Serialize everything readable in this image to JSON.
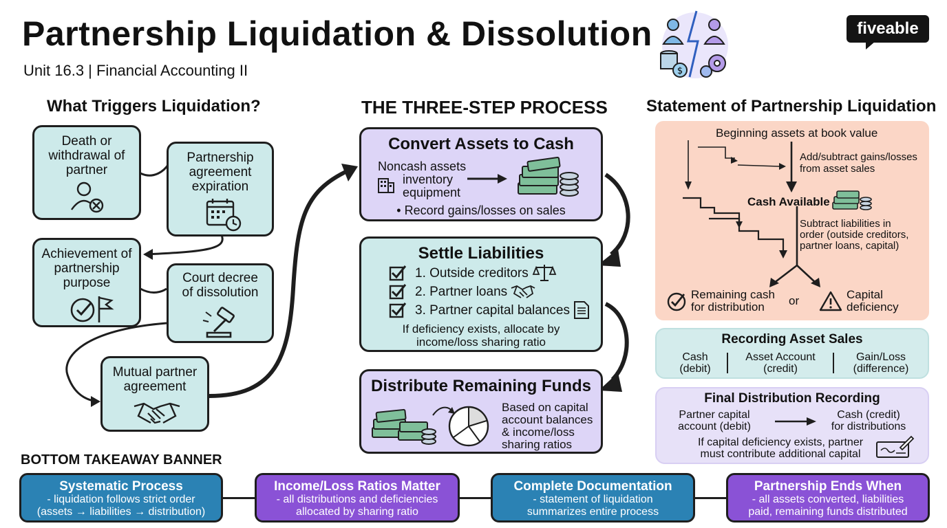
{
  "header": {
    "title": "Partnership Liquidation & Dissolution",
    "subtitle": "Unit 16.3 | Financial Accounting II",
    "brand": "fiveable"
  },
  "triggers": {
    "heading": "What Triggers Liquidation?",
    "items": [
      {
        "label": "Death or withdrawal of partner",
        "icon": "user-x-icon"
      },
      {
        "label": "Partnership agreement expiration",
        "icon": "calendar-clock-icon"
      },
      {
        "label": "Achievement of partnership purpose",
        "icon": "check-flag-icon"
      },
      {
        "label": "Court decree of dissolution",
        "icon": "gavel-icon"
      },
      {
        "label": "Mutual partner agreement",
        "icon": "handshake-icon"
      }
    ]
  },
  "process": {
    "heading": "THE THREE-STEP PROCESS",
    "step1": {
      "title": "Convert Assets to Cash",
      "noncash_lines": [
        "Noncash assets",
        "inventory",
        "equipment"
      ],
      "note": "• Record gains/losses on sales"
    },
    "step2": {
      "title": "Settle Liabilities",
      "items": [
        "1. Outside creditors",
        "2. Partner loans",
        "3. Partner capital balances"
      ],
      "note_lines": [
        "If deficiency exists, allocate by",
        "income/loss sharing ratio"
      ]
    },
    "step3": {
      "title": "Distribute Remaining Funds",
      "lines": [
        "Based on capital",
        "account balances",
        "& income/loss",
        "sharing ratios"
      ]
    }
  },
  "statement": {
    "heading": "Statement of Partnership Liquidation",
    "beginning": "Beginning assets at book value",
    "gains_lines": [
      "Add/subtract gains/losses",
      "from asset sales"
    ],
    "cash_available": "Cash Available",
    "liab_lines": [
      "Subtract liabilities in",
      "order (outside creditors,",
      "partner loans, capital)"
    ],
    "remaining_lines": [
      "Remaining cash",
      "for distribution"
    ],
    "or": "or",
    "deficiency_lines": [
      "Capital",
      "deficiency"
    ]
  },
  "recording_sales": {
    "title": "Recording Asset Sales",
    "cols": [
      {
        "l1": "Cash",
        "l2": "(debit)"
      },
      {
        "l1": "Asset Account",
        "l2": "(credit)"
      },
      {
        "l1": "Gain/Loss",
        "l2": "(difference)"
      }
    ]
  },
  "final_distribution": {
    "title": "Final Distribution Recording",
    "left_lines": [
      "Partner capital",
      "account (debit)"
    ],
    "right_lines": [
      "Cash (credit)",
      "for distributions"
    ],
    "note_lines": [
      "If capital deficiency exists, partner",
      "must contribute additional capital"
    ]
  },
  "takeaway": {
    "heading": "BOTTOM TAKEAWAY BANNER",
    "items": [
      {
        "title": "Systematic Process",
        "l1": "- liquidation follows strict order",
        "l2": "(assets → liabilities → distribution)"
      },
      {
        "title": "Income/Loss Ratios Matter",
        "l1": "- all distributions and deficiencies",
        "l2": "allocated by sharing ratio"
      },
      {
        "title": "Complete Documentation",
        "l1": "- statement of liquidation",
        "l2": "summarizes entire process"
      },
      {
        "title": "Partnership Ends When",
        "l1": "- all assets converted, liabilities",
        "l2": "paid, remaining funds distributed"
      }
    ]
  },
  "colors": {
    "teal": "#cdeaea",
    "lavender": "#ddd5f7",
    "peach": "#fbd6c6",
    "banner_blue": "#2b82b4",
    "banner_purple": "#8a52d6"
  }
}
